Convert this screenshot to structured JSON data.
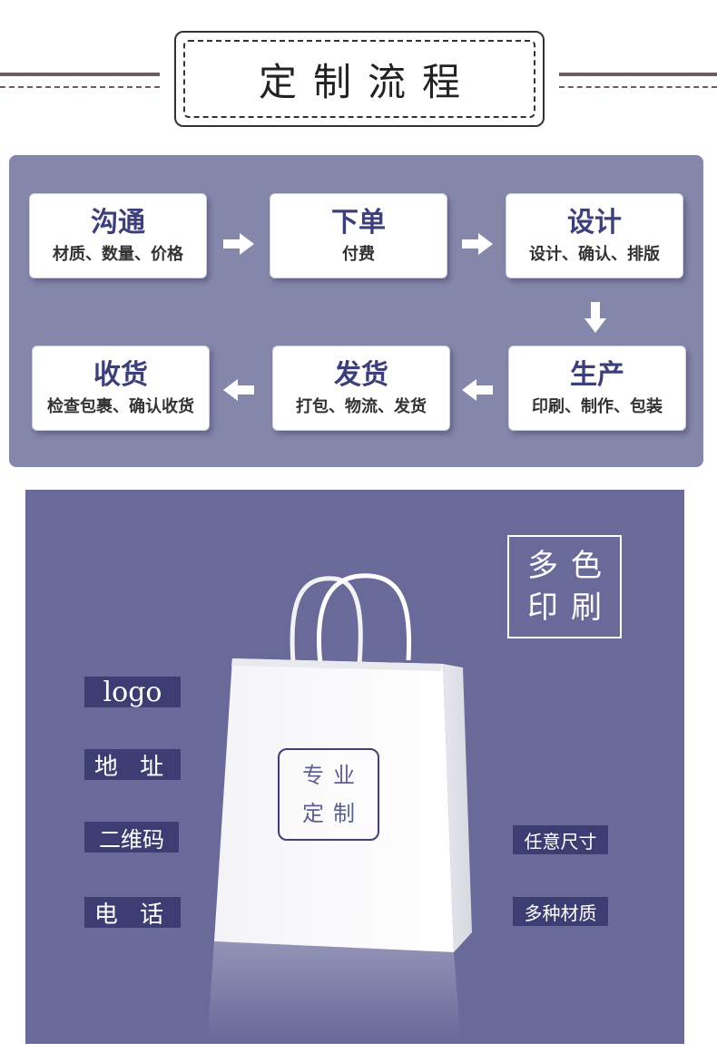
{
  "header": {
    "title": "定制流程"
  },
  "process": {
    "steps": [
      {
        "title": "沟通",
        "subtitle": "材质、数量、价格"
      },
      {
        "title": "下单",
        "subtitle": "付费"
      },
      {
        "title": "设计",
        "subtitle": "设计、确认、排版"
      },
      {
        "title": "生产",
        "subtitle": "印刷、制作、包装"
      },
      {
        "title": "发货",
        "subtitle": "打包、物流、发货"
      },
      {
        "title": "收货",
        "subtitle": "检查包裹、确认收货"
      }
    ]
  },
  "product": {
    "multicolor": {
      "line1": "多色",
      "line2": "印刷"
    },
    "bag_label": {
      "line1": "专业",
      "line2": "定制"
    },
    "left_tags": [
      "logo",
      "地 址",
      "二维码",
      "电 话"
    ],
    "right_tags": [
      "任意尺寸",
      "多种材质"
    ]
  },
  "colors": {
    "panel_bg": "#8486aa",
    "product_bg": "#69699a",
    "tag_bg": "#3c3d72",
    "step_title": "#3d3f7a"
  }
}
